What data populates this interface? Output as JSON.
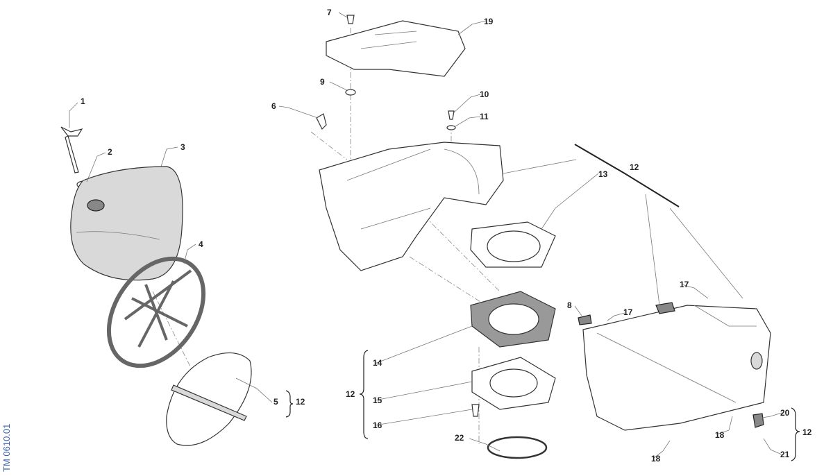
{
  "reference": "TM 0610.01",
  "callouts": [
    "1",
    "2",
    "3",
    "4",
    "5",
    "12",
    "6",
    "7",
    "19",
    "9",
    "10",
    "11",
    "12",
    "13",
    "14",
    "15",
    "16",
    "12",
    "22",
    "8",
    "17",
    "17",
    "18",
    "18",
    "20",
    "21",
    "12"
  ]
}
